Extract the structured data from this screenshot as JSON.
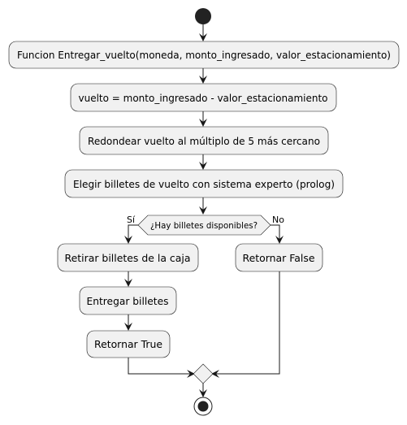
{
  "activities": {
    "func_decl": "Funcion Entregar_vuelto(moneda, monto_ingresado, valor_estacionamiento)",
    "calc": "vuelto = monto_ingresado - valor_estacionamiento",
    "round": "Redondear vuelto al múltiplo de 5 más cercano",
    "choose": "Elegir billetes de vuelto con sistema experto (prolog)",
    "withdraw": "Retirar billetes de la caja",
    "deliver": "Entregar billetes",
    "ret_true": "Retornar True",
    "ret_false": "Retornar False"
  },
  "decision": {
    "question": "¿Hay billetes disponibles?",
    "yes_label": "Sí",
    "no_label": "No"
  }
}
